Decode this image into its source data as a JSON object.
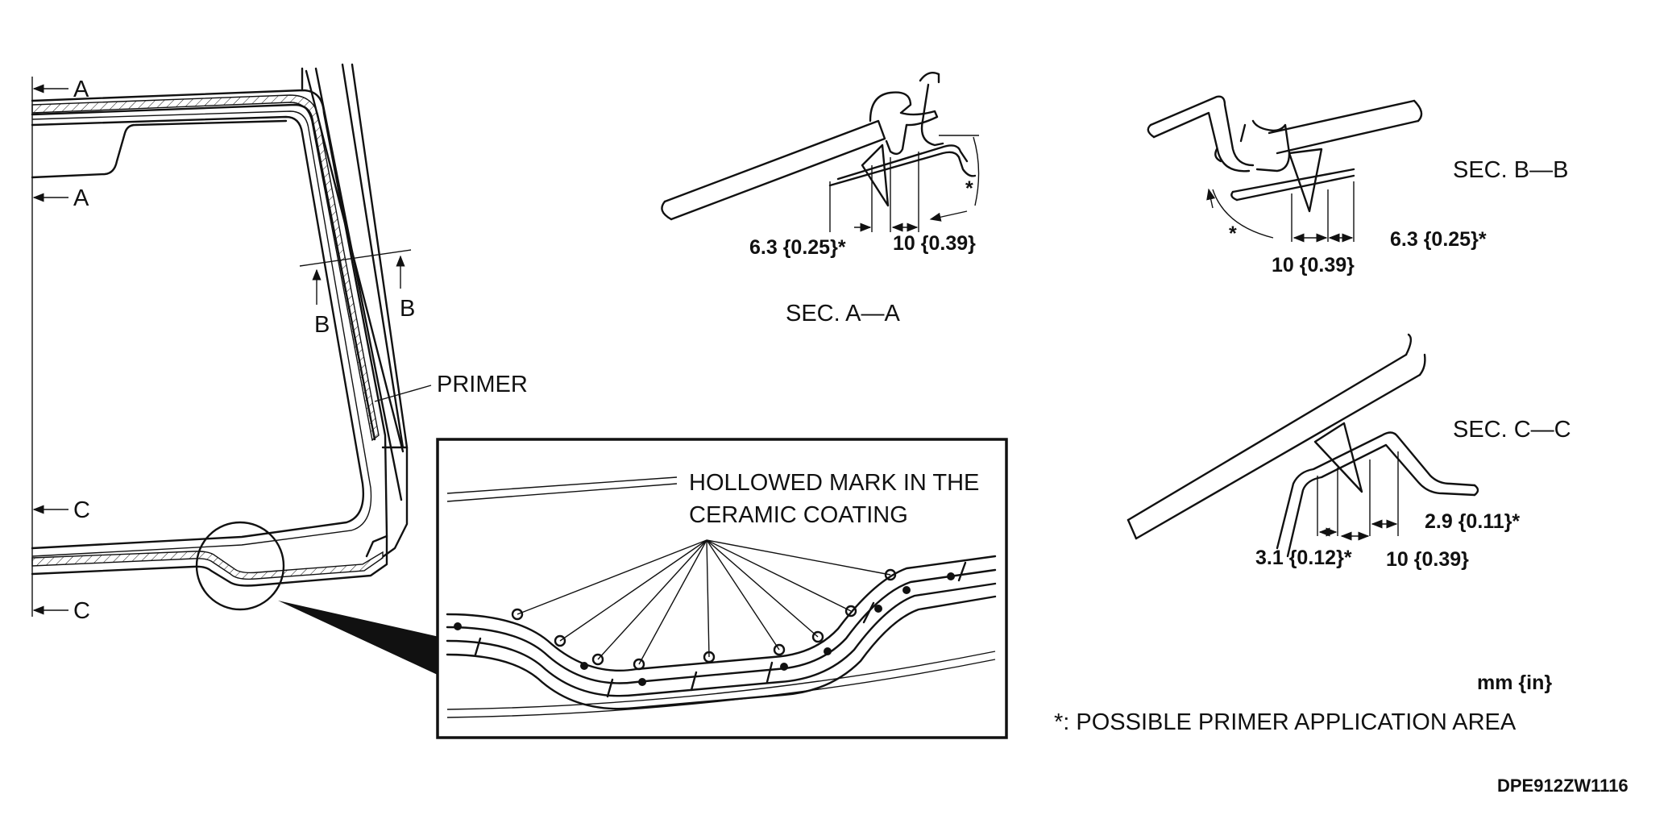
{
  "section_markers": {
    "a": "A",
    "b": "B",
    "c": "C"
  },
  "labels": {
    "primer": "PRIMER",
    "hollowed_line1": "HOLLOWED MARK IN THE",
    "hollowed_line2": "CERAMIC COATING",
    "sec_aa": "SEC. A—A",
    "sec_bb": "SEC. B—B",
    "sec_cc": "SEC. C—C",
    "star": "*"
  },
  "dimensions": {
    "aa_left": "6.3 {0.25}*",
    "aa_right": "10 {0.39}",
    "bb_left": "10 {0.39}",
    "bb_right": "6.3 {0.25}*",
    "cc_left": "3.1 {0.12}*",
    "cc_mid": "10 {0.39}",
    "cc_right": "2.9 {0.11}*"
  },
  "legend": {
    "unit": "mm {in}",
    "note": "*: POSSIBLE PRIMER APPLICATION AREA"
  },
  "drawing_code": "DPE912ZW1116"
}
